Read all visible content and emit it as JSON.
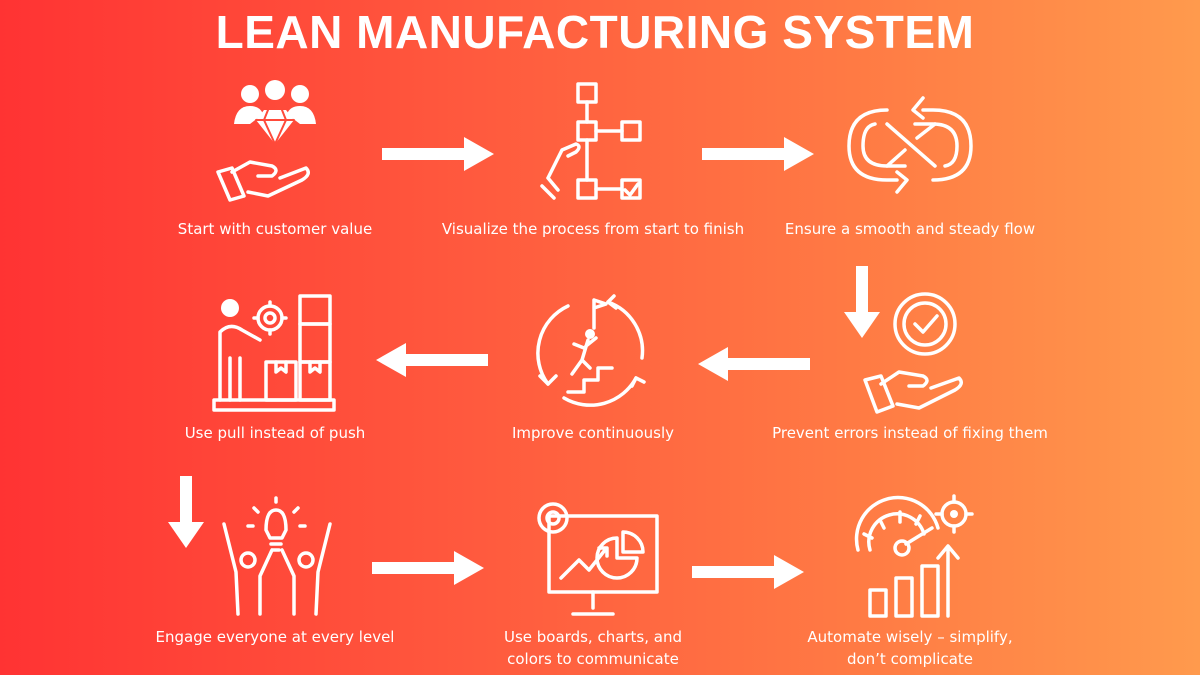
{
  "title": "LEAN MANUFACTURING SYSTEM",
  "steps": [
    {
      "label": "Start with customer value",
      "icon": "customer-value-icon"
    },
    {
      "label": "Visualize the process from start to finish",
      "icon": "process-map-icon"
    },
    {
      "label": "Ensure a smooth and steady flow",
      "icon": "flow-cycle-icon"
    },
    {
      "label": "Prevent errors instead of fixing them",
      "icon": "check-in-hand-icon"
    },
    {
      "label": "Improve continuously",
      "icon": "continuous-improvement-icon"
    },
    {
      "label": "Use pull instead of push",
      "icon": "pull-system-icon"
    },
    {
      "label": "Engage everyone at every level",
      "icon": "team-idea-icon"
    },
    {
      "label": "Use boards, charts, and\ncolors to communicate",
      "icon": "dashboard-icon"
    },
    {
      "label": "Automate wisely – simplify,\ndon’t complicate",
      "icon": "automation-growth-icon"
    }
  ],
  "colors": {
    "gradient_start": "#ff3333",
    "gradient_end": "#ff9a4d",
    "foreground": "#ffffff"
  }
}
